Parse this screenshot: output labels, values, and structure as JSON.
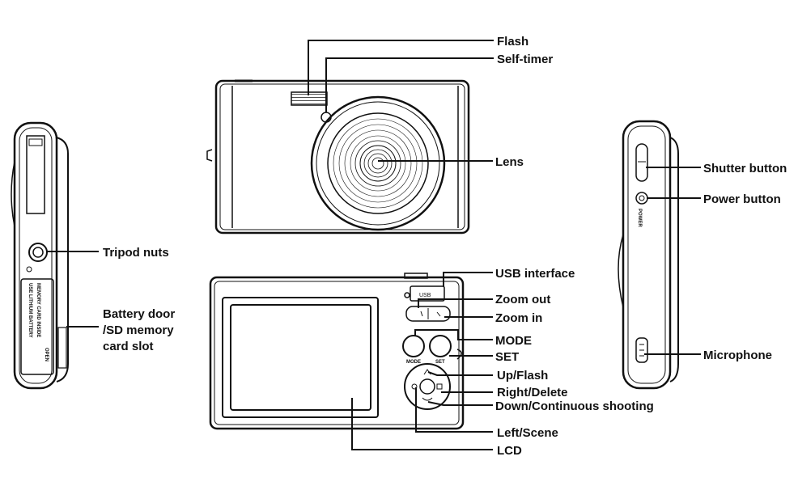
{
  "labels": {
    "flash": "Flash",
    "self_timer": "Self-timer",
    "lens": "Lens",
    "tripod_nuts": "Tripod nuts",
    "battery_door_line1": "Battery door",
    "battery_door_line2": "/SD memory",
    "battery_door_line3": "card slot",
    "usb_interface": "USB interface",
    "zoom_out": "Zoom out",
    "zoom_in": "Zoom in",
    "mode": "MODE",
    "set": "SET",
    "up_flash": "Up/Flash",
    "right_delete": "Right/Delete",
    "down_continuous": "Down/Continuous shooting",
    "left_scene": "Left/Scene",
    "lcd": "LCD",
    "shutter_button": "Shutter button",
    "power_button": "Power button",
    "microphone": "Microphone"
  },
  "markings": {
    "usb": "USB",
    "mode_btn": "MODE",
    "set_btn": "SET",
    "power": "POWER",
    "battery_line1": "USE LITHIUM BATTERY",
    "battery_line2": "MEMORY CARD INSIDE",
    "battery_line3": "OPEN"
  }
}
